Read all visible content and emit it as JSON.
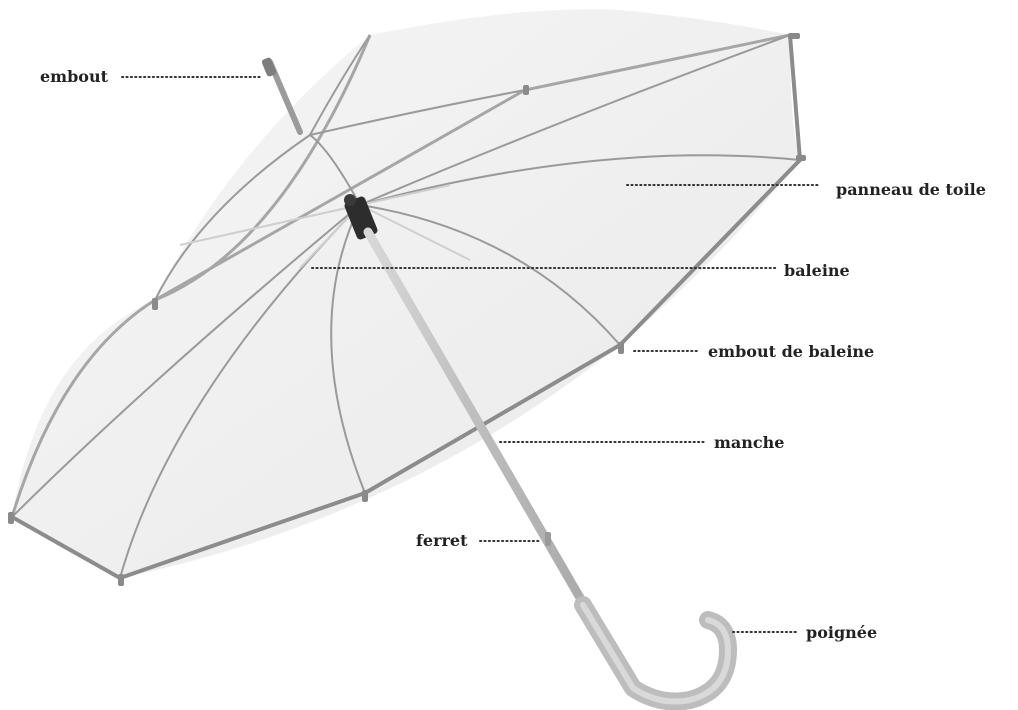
{
  "labels": {
    "tip": "embout",
    "canopy_panel": "panneau de toile",
    "rib": "baleine",
    "rib_tip": "embout de baleine",
    "shaft": "manche",
    "ferrule": "ferret",
    "handle": "poignée"
  },
  "colors": {
    "canopy_fill": "#f1f1f1",
    "canopy_edge": "#8c8c8c",
    "rib": "#9a9a9a",
    "shaft": "#c4c4c4",
    "handle": "#b9b9b9",
    "text": "#222222"
  }
}
